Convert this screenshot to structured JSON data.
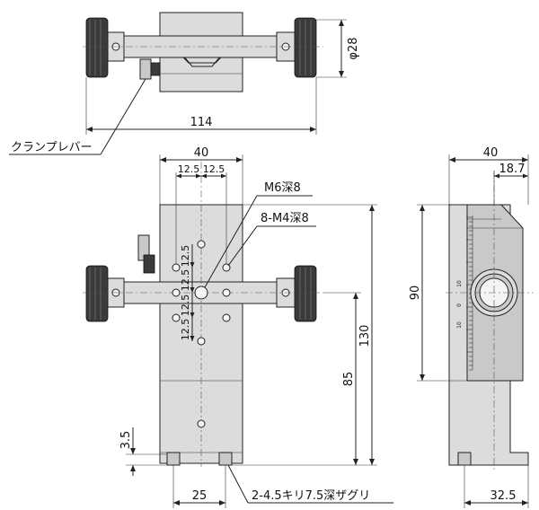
{
  "dimensions": {
    "dia28": "φ28",
    "w114": "114",
    "w40_front": "40",
    "d12_5": "12.5",
    "h130": "130",
    "h85": "85",
    "h3_5": "3.5",
    "w25": "25",
    "w40_side": "40",
    "w18_7": "18.7",
    "h90": "90",
    "w32_5": "32.5"
  },
  "callouts": {
    "clamp_lever": "クランプレバー",
    "m6": "M6深8",
    "m4": "8-M4深8",
    "mount_holes": "2-4.5キリ7.5深ザグリ"
  },
  "scale": {
    "marks": [
      "10",
      "0",
      "10"
    ]
  }
}
